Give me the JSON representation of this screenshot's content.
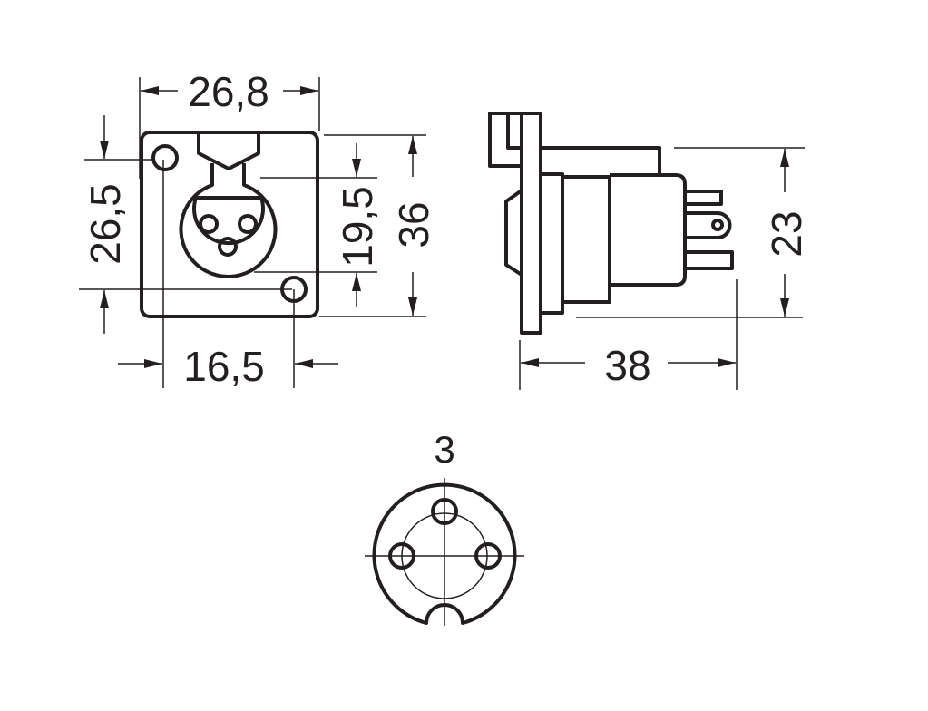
{
  "title": "XLR female panel connector dimension drawing",
  "colors": {
    "line": "#231f20",
    "background": "#ffffff"
  },
  "front_view": {
    "width_label": "26,8",
    "height_label": "36",
    "hole_vertical_spacing_label": "26,5",
    "hole_horizontal_spacing_label": "16,5",
    "socket_label": "19,5"
  },
  "side_view": {
    "height_label": "23",
    "depth_label": "38"
  },
  "pin_view": {
    "pin_count_label": "3"
  }
}
